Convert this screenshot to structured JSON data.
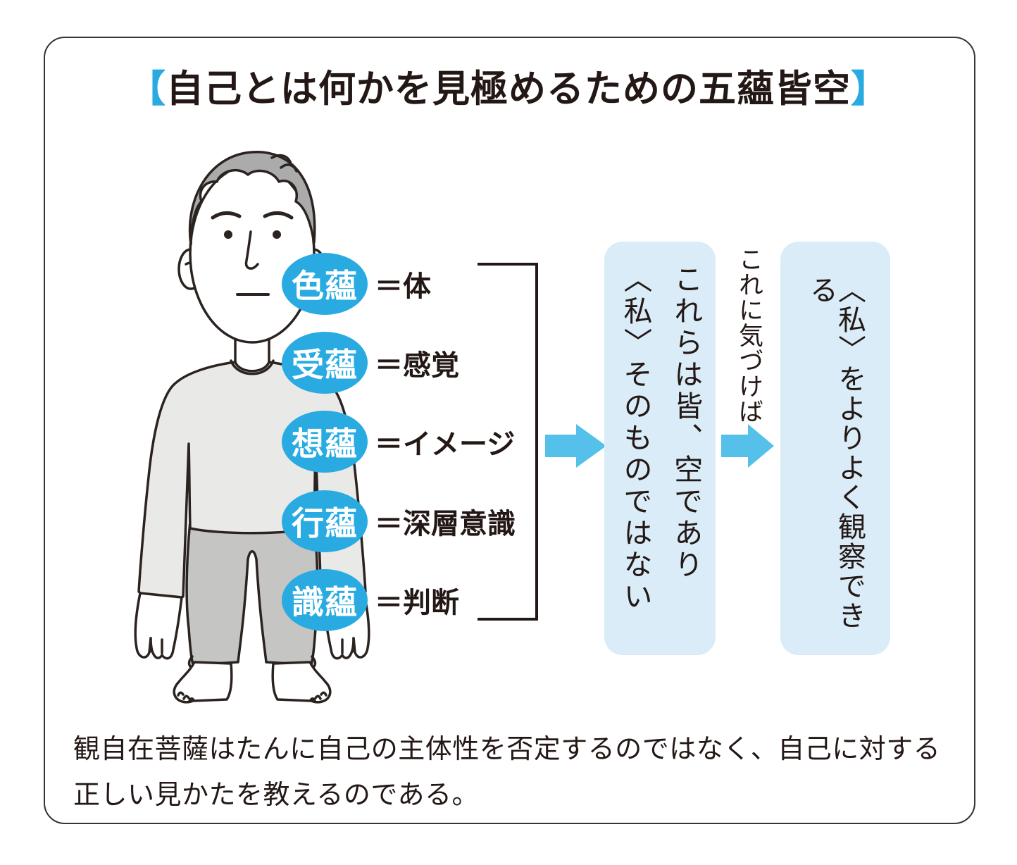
{
  "title": {
    "bracket_open": "【",
    "text": "自己とは何かを見極めるための五蘊皆空",
    "bracket_close": "】"
  },
  "aggregates": [
    {
      "term": "色蘊",
      "meaning": "＝体"
    },
    {
      "term": "受蘊",
      "meaning": "＝感覚"
    },
    {
      "term": "想蘊",
      "meaning": "＝イメージ"
    },
    {
      "term": "行蘊",
      "meaning": "＝深層意識"
    },
    {
      "term": "識蘊",
      "meaning": "＝判断"
    }
  ],
  "box1": {
    "line1": "これらは皆、空であり",
    "line2": "〈私〉そのものではない"
  },
  "between_label": "これに気づけば",
  "box2": {
    "text": "〈私〉をよりよく観察できる"
  },
  "caption": "観自在菩薩はたんに自己の主体性を否定するのではなく、自己に対する正しい見かたを教えるのである。",
  "colors": {
    "accent_blue": "#29abe2",
    "arrow_blue": "#55c1ea",
    "box_blue": "#d9ecf8",
    "ink": "#231815",
    "shirt_gray": "#e9e9e8",
    "pants_gray": "#c5c5c4",
    "hair_gray": "#ababab"
  }
}
